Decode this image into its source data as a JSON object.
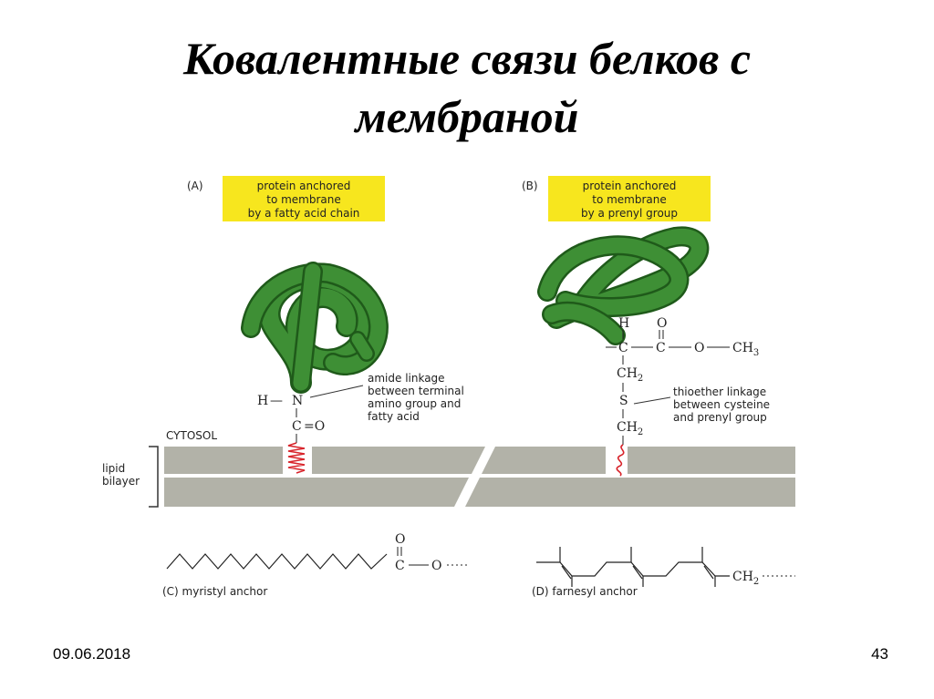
{
  "title": {
    "line1": "Ковалентные связи белков с",
    "line2": "мембраной"
  },
  "panel_a": {
    "letter": "(A)",
    "box_lines": [
      "protein anchored",
      "to membrane",
      "by a fatty acid chain"
    ],
    "annotation_lines": [
      "amide linkage",
      "between terminal",
      "amino group and",
      "fatty acid"
    ],
    "chem": {
      "h": "H",
      "dash": "—",
      "n": "N",
      "c": "C",
      "eq_o": "=O"
    }
  },
  "panel_b": {
    "letter": "(B)",
    "box_lines": [
      "protein anchored",
      "to membrane",
      "by a prenyl group"
    ],
    "annotation_lines": [
      "thioether linkage",
      "between cysteine",
      "and prenyl group"
    ],
    "chem": {
      "h": "H",
      "c1": "C",
      "c2": "C",
      "o_top": "O",
      "o_chain": "O",
      "ch3": "CH",
      "ch3_sub": "3",
      "ch2a": "CH",
      "ch2a_sub": "2",
      "s": "S",
      "ch2b": "CH",
      "ch2b_sub": "2"
    }
  },
  "membrane": {
    "cytosol_label": "CYTOSOL",
    "lipid_label_line1": "lipid",
    "lipid_label_line2": "bilayer"
  },
  "panel_c": {
    "caption": "(C)  myristyl anchor",
    "chem": {
      "o": "O",
      "c": "C",
      "o2": "O"
    }
  },
  "panel_d": {
    "caption": "(D)  farnesyl anchor",
    "chem": {
      "ch2": "CH",
      "ch2_sub": "2"
    }
  },
  "footer": {
    "date": "09.06.2018",
    "page": "43"
  },
  "colors": {
    "protein_green": "#3e8f35",
    "protein_dark": "#1f5a1a",
    "label_box_yellow": "#f7e61e",
    "membrane_gray": "#b2b2a8",
    "anchor_red": "#d8232a"
  }
}
